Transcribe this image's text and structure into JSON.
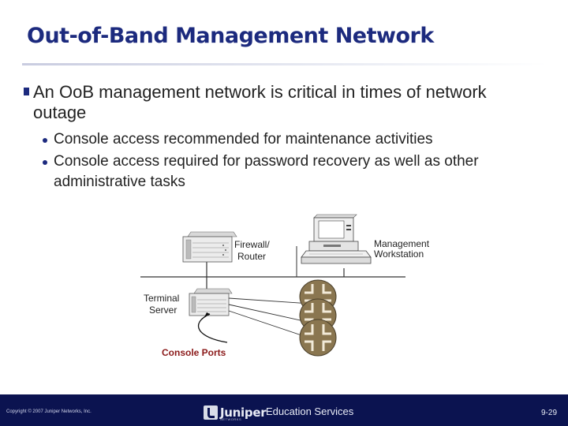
{
  "title": "Out-of-Band Management Network",
  "bullets": {
    "main": "An OoB management network is critical in times of network outage",
    "subs": [
      "Console access recommended for maintenance activities",
      "Console access required for password recovery as well as other administrative tasks"
    ]
  },
  "diagram": {
    "firewall_label_1": "Firewall/",
    "firewall_label_2": "Router",
    "workstation_label_1": "Management",
    "workstation_label_2": "Workstation",
    "terminal_label_1": "Terminal",
    "terminal_label_2": "Server",
    "console_ports_label": "Console Ports"
  },
  "footer": {
    "copyright": "Copyright © 2007 Juniper Networks, Inc.",
    "logo": "Juniper",
    "logo_sub": "NETWORKS",
    "education": "Education Services",
    "page": "9-29"
  },
  "colors": {
    "title": "#1c2a7e",
    "footer_bg": "#0b1350",
    "console_label": "#8b1a1a",
    "router_fill": "#8a7650"
  }
}
